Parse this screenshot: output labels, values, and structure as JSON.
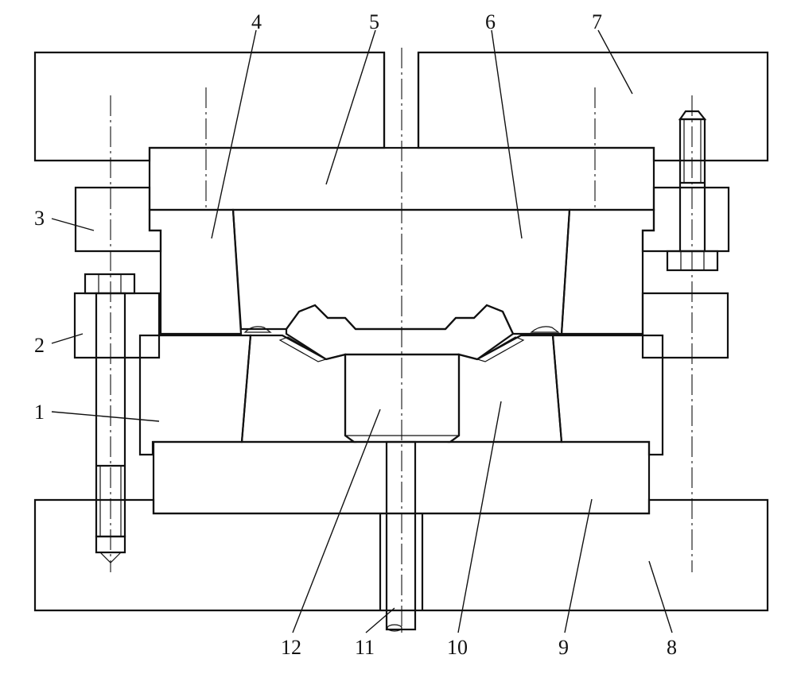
{
  "figure": {
    "part_labels": [
      "1",
      "2",
      "3",
      "4",
      "5",
      "6",
      "7",
      "8",
      "9",
      "10",
      "11",
      "12"
    ]
  },
  "style": {
    "line_color": "#111111",
    "background": "#ffffff",
    "blank_material_fill": "#cfcfcf"
  }
}
